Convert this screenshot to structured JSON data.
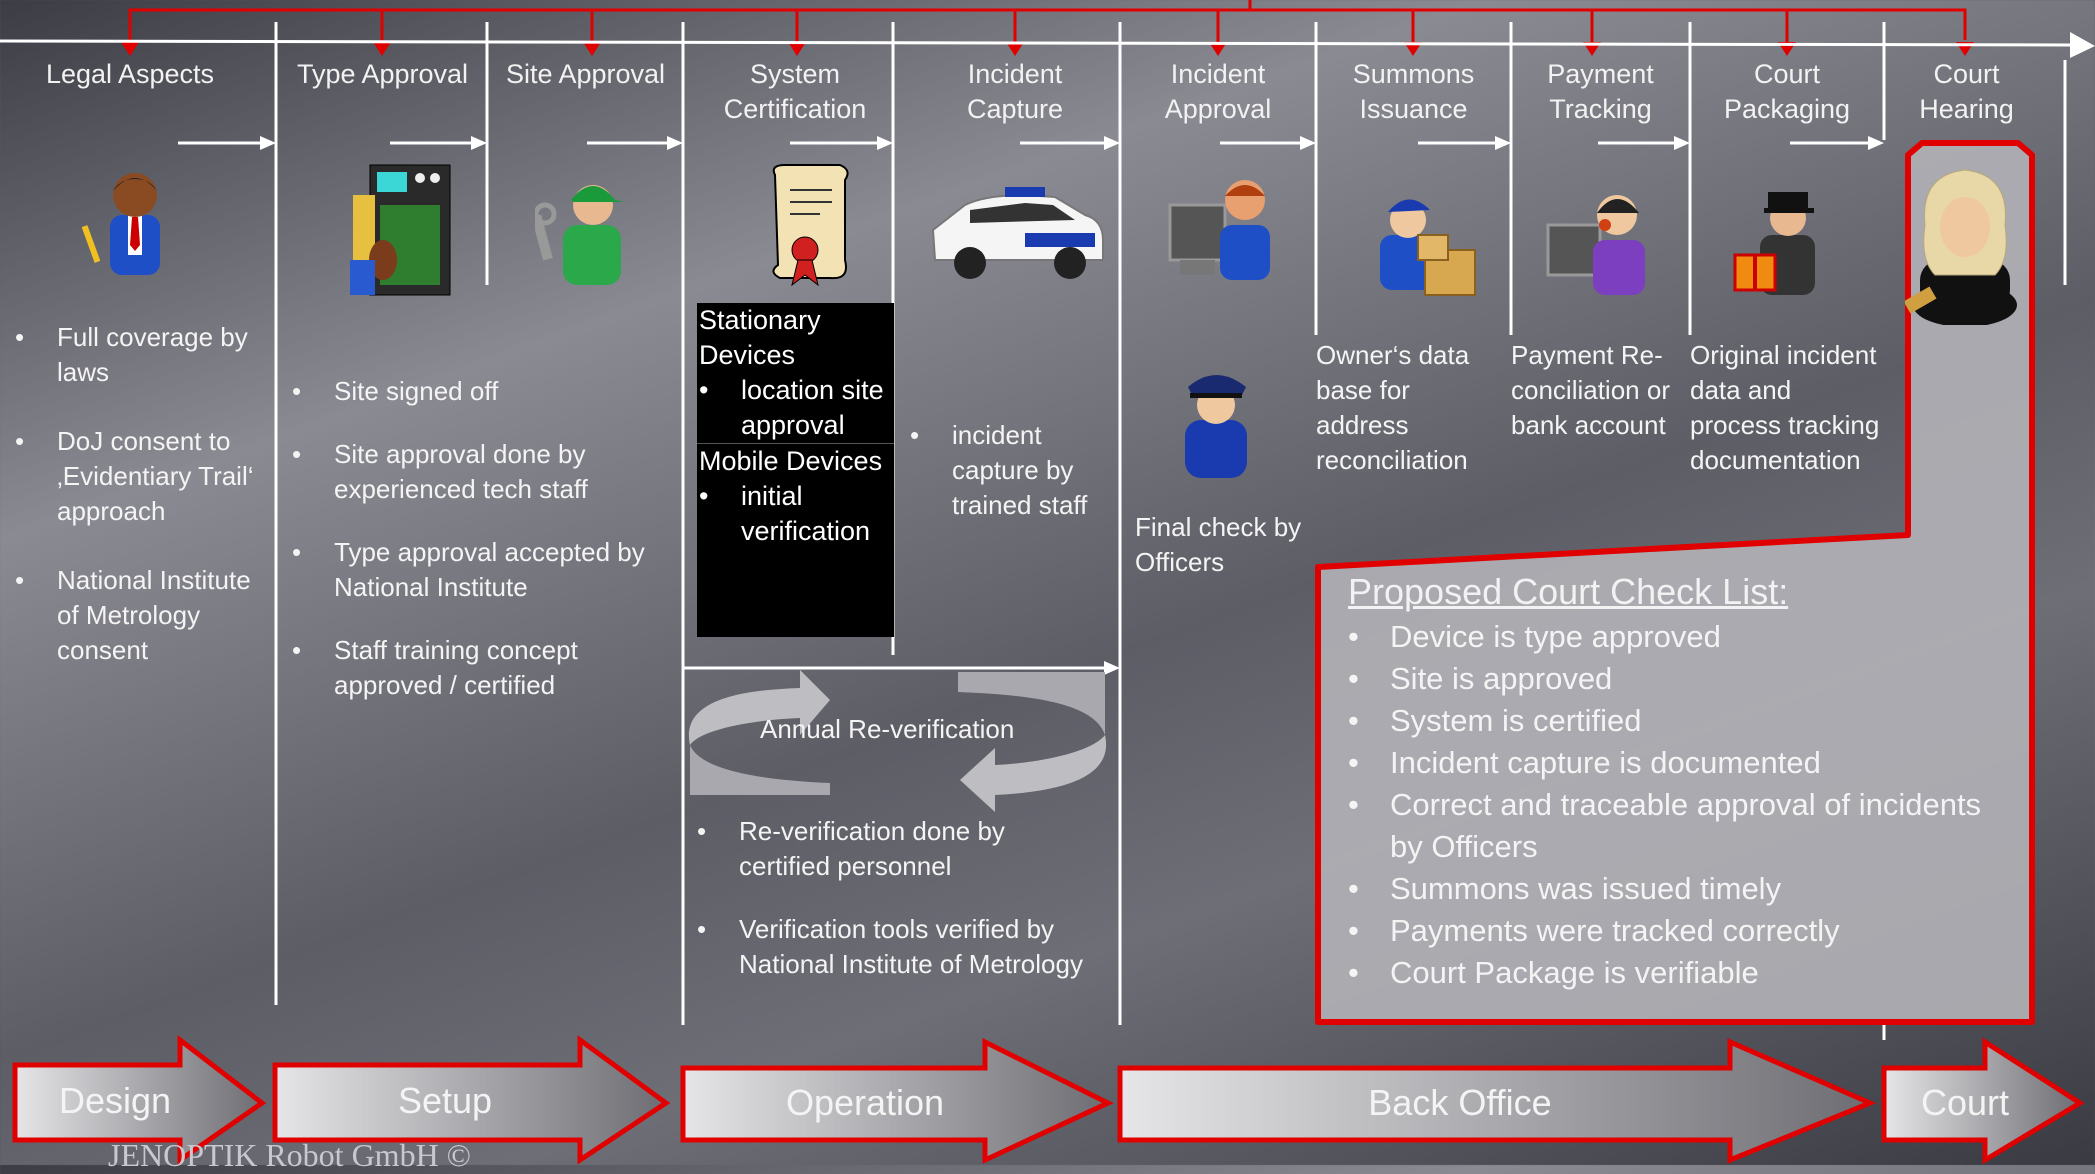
{
  "stages": [
    {
      "id": "legal",
      "label": "Legal Aspects",
      "icon": "businessman-icon"
    },
    {
      "id": "type",
      "label": "Type Approval",
      "icon": "measurement-device-icon"
    },
    {
      "id": "site",
      "label": "Site Approval",
      "icon": "technician-icon"
    },
    {
      "id": "system",
      "label": "System Certification",
      "icon": "certificate-scroll-icon"
    },
    {
      "id": "incident",
      "label": "Incident Capture",
      "icon": "police-car-icon"
    },
    {
      "id": "approval",
      "label": "Incident Approval",
      "icon": "officer-computer-icon"
    },
    {
      "id": "summons",
      "label": "Summons Issuance",
      "icon": "courier-box-icon"
    },
    {
      "id": "payment",
      "label": "Payment Tracking",
      "icon": "operator-headset-icon"
    },
    {
      "id": "packaging",
      "label": "Court Packaging",
      "icon": "doorman-gift-icon"
    },
    {
      "id": "hearing",
      "label": "Court Hearing",
      "icon": "judge-gavel-icon"
    }
  ],
  "stage_header_lines": {
    "legal": [
      "Legal Aspects"
    ],
    "type": [
      "Type Approval"
    ],
    "site": [
      "Site Approval"
    ],
    "system": [
      "System",
      "Certification"
    ],
    "incident": [
      "Incident",
      "Capture"
    ],
    "approval": [
      "Incident",
      "Approval"
    ],
    "summons": [
      "Summons",
      "Issuance"
    ],
    "payment": [
      "Payment",
      "Tracking"
    ],
    "packaging": [
      "Court",
      "Packaging"
    ],
    "hearing": [
      "Court",
      "Hearing"
    ]
  },
  "legal_bullets": [
    "Full coverage by laws",
    "DoJ consent to ‚Evidentiary Trail‘ approach",
    "National Institute of Metrology consent"
  ],
  "setup_bullets": [
    "Site signed off",
    "Site approval done by experienced tech staff",
    "Type approval accepted by National Institute",
    "Staff training concept approved / certified"
  ],
  "system_box": {
    "stationary_title": "Stationary Devices",
    "stationary_bullet": "location site approval",
    "mobile_title": "Mobile Devices",
    "mobile_bullet": "initial verification"
  },
  "incident_bullets": [
    "incident capture by trained staff"
  ],
  "approval_text": "Final check by Officers",
  "summons_text": "Owner‘s data base for address reconciliation",
  "payment_text": "Payment Re-conciliation or bank account",
  "packaging_text": "Original incident data and process tracking documentation",
  "reverification": {
    "label": "Annual Re-verification",
    "bullets": [
      "Re-verification done by certified personnel",
      "Verification tools verified by National Institute of Metrology"
    ]
  },
  "checklist": {
    "title": "Proposed Court Check List:",
    "items": [
      "Device is type approved",
      "Site is approved",
      "System is certified",
      "Incident capture is documented",
      "Correct and traceable approval of incidents by Officers",
      "Summons was issued timely",
      "Payments were tracked correctly",
      "Court Package is verifiable"
    ]
  },
  "phases": [
    "Design",
    "Setup",
    "Operation",
    "Back Office",
    "Court"
  ],
  "footer": "JENOPTIK Robot GmbH ©",
  "colors": {
    "accent_red": "#e00000",
    "arrow_fill": "#d8d8d8",
    "checklist_bg": "#b4b4b8"
  }
}
